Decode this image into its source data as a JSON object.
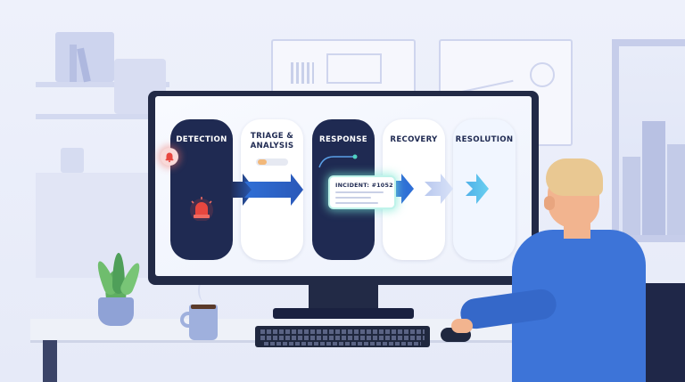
{
  "workflow": {
    "stages": [
      {
        "label": "DETECTION"
      },
      {
        "label": "TRIAGE &\nANALYSIS"
      },
      {
        "label": "RESPONSE"
      },
      {
        "label": "RECOVERY"
      },
      {
        "label": "RESOLUTION"
      }
    ],
    "incident_card": {
      "label": "INCIDENT: #1052"
    }
  },
  "icons": {
    "alarm": "alarm-siren-icon",
    "alert": "alert-bell-icon",
    "arrow": "chevron-arrow-icon"
  },
  "colors": {
    "dark_stage": "#1f2a52",
    "accent_blue": "#2f6fd6",
    "alarm_red": "#e8473f",
    "glow_teal": "#7de6d3"
  }
}
